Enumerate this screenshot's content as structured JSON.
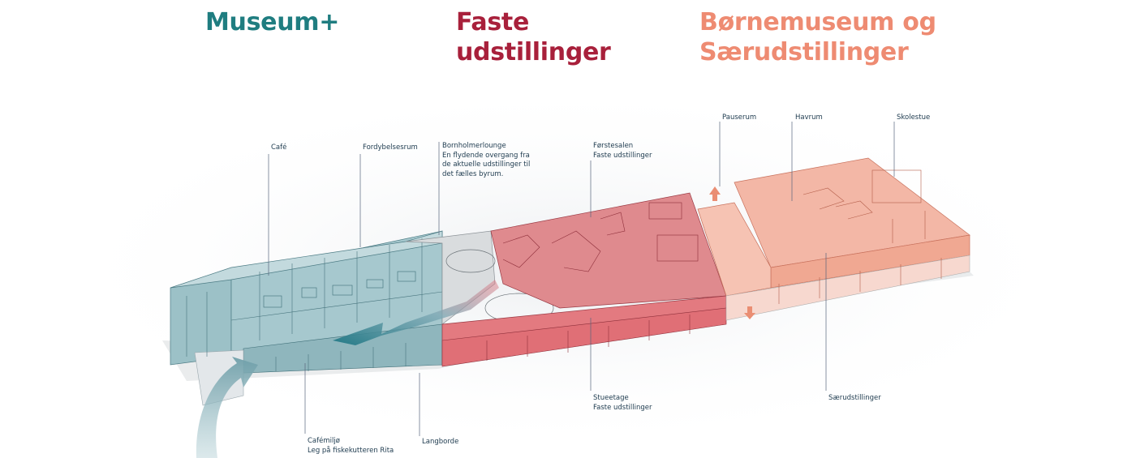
{
  "headings": {
    "museum_plus": "Museum+",
    "faste": [
      "Faste",
      "udstillinger"
    ],
    "boerne": [
      "Børnemuseum og",
      "Særudstillinger"
    ]
  },
  "labels": {
    "cafe": "Café",
    "fordybelsesrum": "Fordybelsesrum",
    "bornholmerlounge": [
      "Bornholmerlounge",
      "En flydende overgang fra",
      "de aktuelle udstillinger til",
      "det fælles byrum."
    ],
    "foerstesalen": [
      "Førstesalen",
      "Faste udstillinger"
    ],
    "pauserum": "Pauserum",
    "havrum": "Havrum",
    "skolestue": "Skolestue",
    "stueetage": [
      "Stueetage",
      "Faste udstillinger"
    ],
    "saerudstillinger": "Særudstillinger",
    "cafemiljoe": [
      "Cafémiljø",
      "Leg på fiskekutteren Rita"
    ],
    "langborde": "Langborde"
  },
  "colors": {
    "museum_plus": "#1f7d80",
    "faste_udstillinger": "#a8203b",
    "boernemuseum": "#ee8b72",
    "label_text": "#1d3a4e"
  },
  "icons": [
    "arrow-up-icon",
    "arrow-down-icon",
    "entrance-arrow-icon",
    "flow-arrow-icon"
  ]
}
